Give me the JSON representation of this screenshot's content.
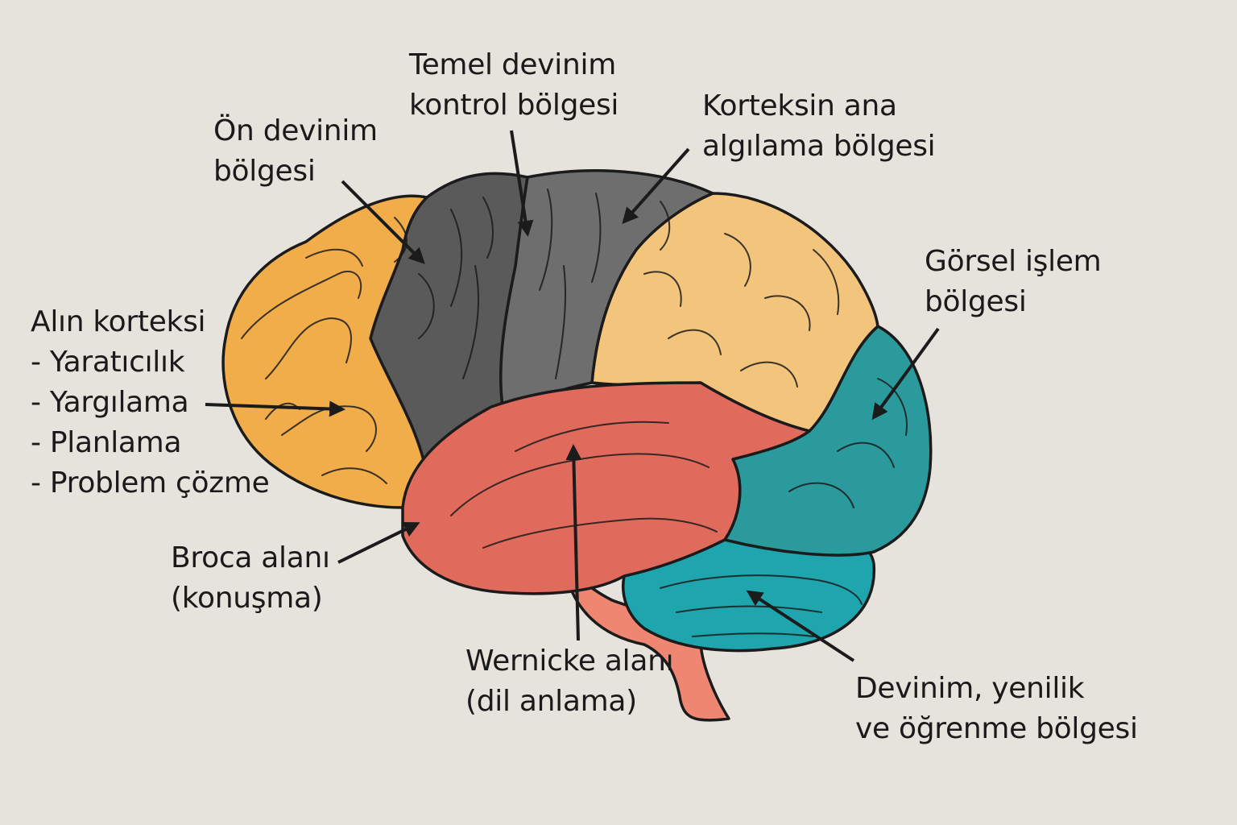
{
  "colors": {
    "background": "#e6e2dc",
    "frontal": "#f0ad4a",
    "premotor": "#5a5a5a",
    "motor": "#6e6e6e",
    "parietal": "#f3c47c",
    "occipital": "#2a9a9c",
    "temporal": "#e06a5c",
    "cerebellum": "#1fa5ad",
    "brainstem": "#ef8672"
  },
  "labels": {
    "prefrontal": {
      "title": "Alın korteksi",
      "items": [
        "- Yaratıcılık",
        "- Yargılama",
        "- Planlama",
        "- Problem çözme"
      ]
    },
    "premotor": {
      "line1": "Ön devinim",
      "line2": "bölgesi"
    },
    "motor": {
      "line1": "Temel devinim",
      "line2": "kontrol bölgesi"
    },
    "sensory": {
      "line1": "Korteksin ana",
      "line2": "algılama bölgesi"
    },
    "visual": {
      "line1": "Görsel işlem",
      "line2": "bölgesi"
    },
    "broca": {
      "line1": "Broca alanı",
      "line2": "(konuşma)"
    },
    "wernicke": {
      "line1": "Wernicke alanı",
      "line2": "(dil anlama)"
    },
    "cerebellum": {
      "line1": "Devinim, yenilik",
      "line2": "ve öğrenme bölgesi"
    }
  }
}
